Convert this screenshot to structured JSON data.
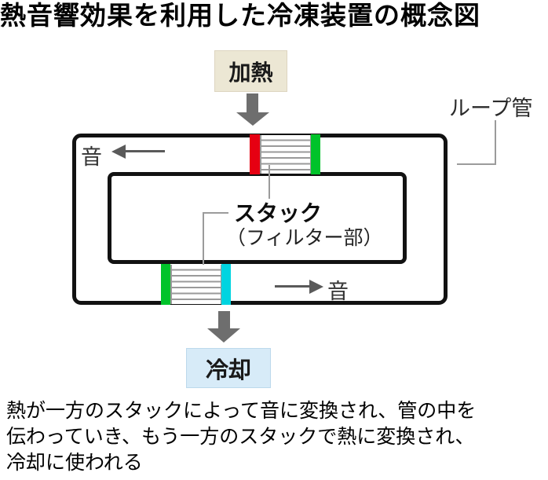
{
  "title": "熱音響効果を利用した冷凍装置の概念図",
  "diagram": {
    "heat_label": "加熱",
    "cool_label": "冷却",
    "loop_tube_label": "ループ管",
    "stack_label": "スタック",
    "stack_sublabel": "（フィルター部）",
    "sound_left_label": "音",
    "sound_right_label": "音"
  },
  "icons": {
    "heat_arrow": "arrow-down",
    "cool_arrow": "arrow-down",
    "sound_left_arrow": "arrow-left",
    "sound_right_arrow": "arrow-right"
  },
  "caption": {
    "lines": [
      "熱が一方のスタックによって音に変換され、管の中を",
      "伝わっていき、もう一方のスタックで熱に変換され、",
      "冷却に使われる"
    ]
  },
  "colors": {
    "hot_end": "#e60012",
    "warm_end": "#00c32a",
    "cold_end": "#00d4e0",
    "heat_box_bg": "#ece7d4",
    "cool_box_bg": "#d7ebf8",
    "arrow_gray": "#6e6e6e",
    "pipe_border": "#121212",
    "leader_gray": "#9b9b9b"
  }
}
